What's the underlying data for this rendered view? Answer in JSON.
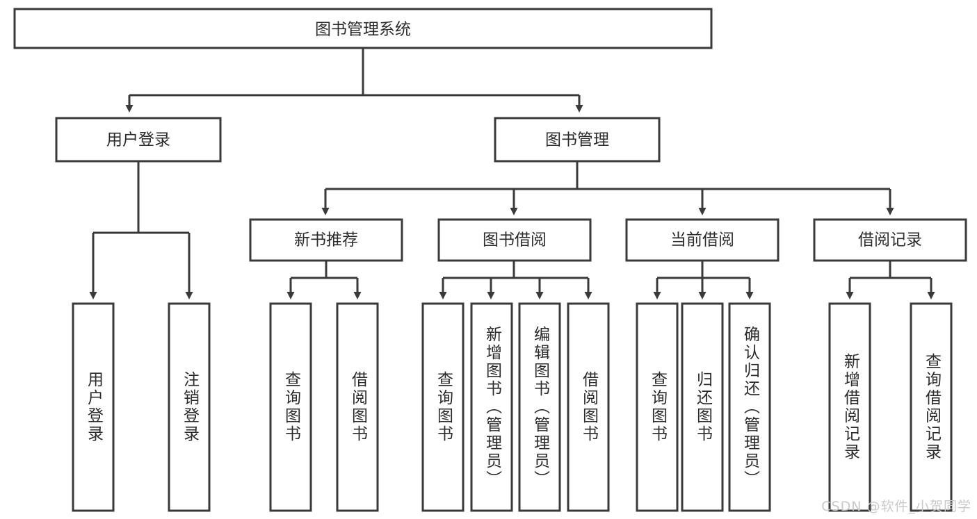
{
  "diagram": {
    "type": "tree",
    "title": "图书管理系统",
    "watermark": "CSDN @软件_小贺同学",
    "colors": {
      "box_stroke": "#3a3a3a",
      "box_fill": "#ffffff",
      "text": "#2b2b2b",
      "connector": "#3a3a3a",
      "watermark": "#c9c9c9",
      "background": "#ffffff"
    },
    "root": {
      "label": "图书管理系统"
    },
    "level2": [
      {
        "label": "用户登录"
      },
      {
        "label": "图书管理"
      }
    ],
    "level3": [
      {
        "label": "新书推荐"
      },
      {
        "label": "图书借阅"
      },
      {
        "label": "当前借阅"
      },
      {
        "label": "借阅记录"
      }
    ],
    "leaves": {
      "user_login": [
        {
          "label": "用户登录"
        },
        {
          "label": "注销登录"
        }
      ],
      "new_book": [
        {
          "label": "查询图书"
        },
        {
          "label": "借阅图书"
        }
      ],
      "book_borrow": [
        {
          "label": "查询图书"
        },
        {
          "label": "新增图书（管理员）"
        },
        {
          "label": "编辑图书（管理员）"
        },
        {
          "label": "借阅图书"
        }
      ],
      "current_borrow": [
        {
          "label": "查询图书"
        },
        {
          "label": "归还图书"
        },
        {
          "label": "确认归还（管理员）"
        }
      ],
      "borrow_record": [
        {
          "label": "新增借阅记录"
        },
        {
          "label": "查询借阅记录"
        }
      ]
    }
  }
}
